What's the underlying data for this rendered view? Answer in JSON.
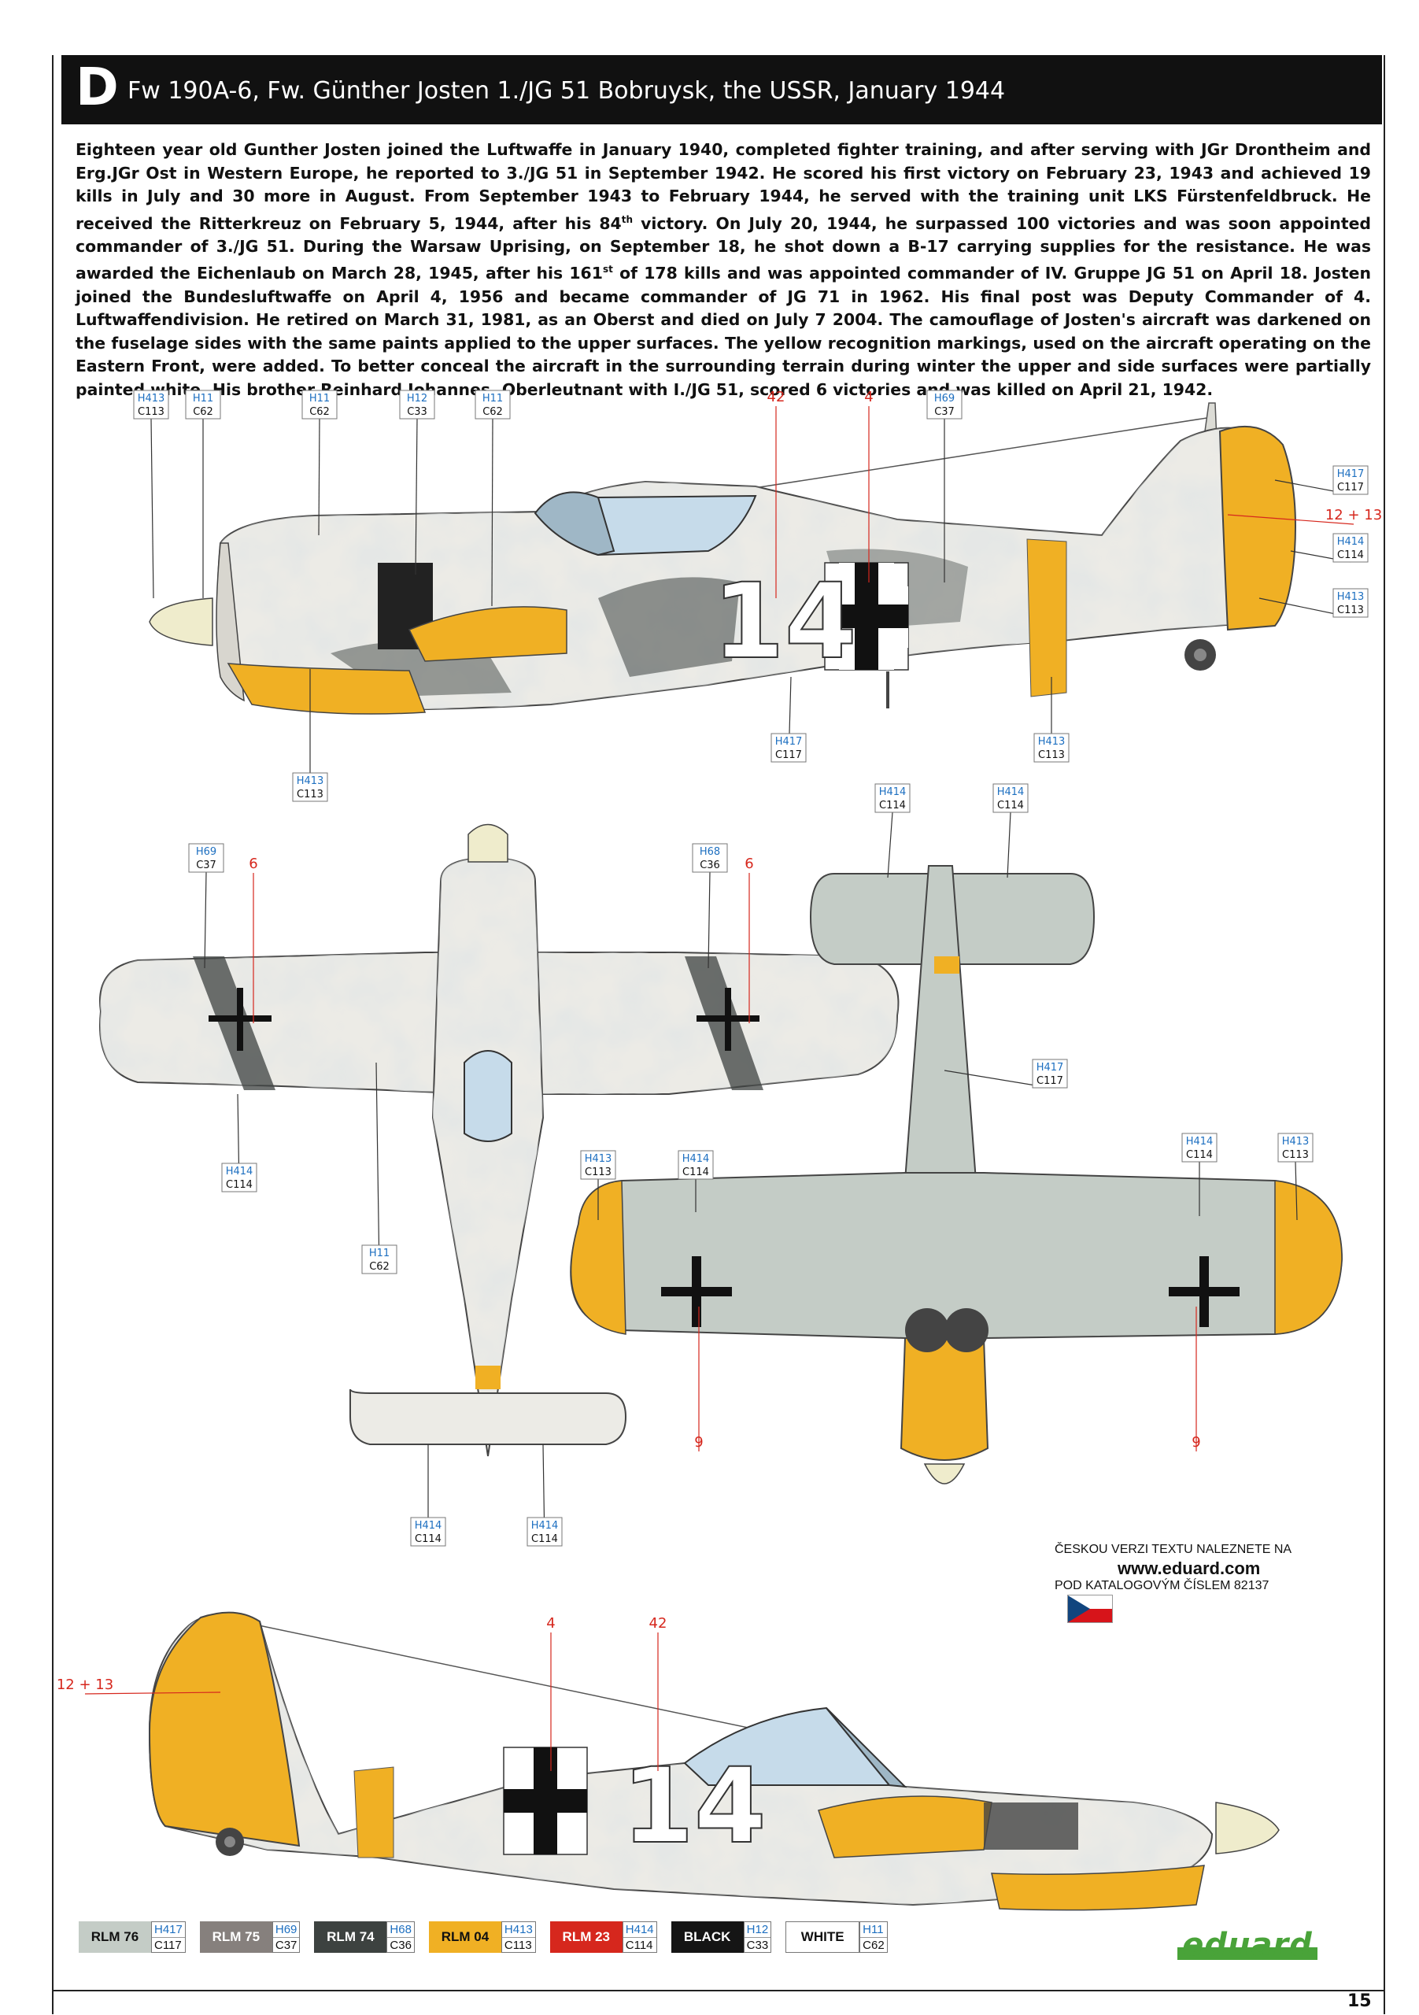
{
  "header": {
    "letter": "D",
    "title": "Fw 190A-6, Fw. Günther Josten 1./JG 51 Bobruysk, the USSR, January 1944"
  },
  "bio": [
    "Eighteen year old Gunther Josten joined the Luftwaffe in January 1940, completed fighter training, and after serving with JGr Drontheim and Erg.JGr Ost in Western Europe, he reported to 3./JG 51 in September 1942. He scored his first victory on February 23, 1943 and achieved 19 kills in July and 30 more in August. From September 1943 to February 1944, he served with the training unit LKS Fürstenfeldbruck. He received the Ritterkreuz on February 5, 1944, after his 84",
    "th",
    " victory. On July 20, 1944, he surpassed 100 victories and was soon appointed commander of 3./JG 51. During the Warsaw Uprising, on September 18, he shot down a B-17 carrying supplies for the resistance. He was awarded the Eichenlaub on March 28, 1945, after his 161",
    "st",
    " of 178 kills and was appointed commander of IV. Gruppe JG 51 on April 18. Josten joined the Bundesluftwaffe on April 4, 1956 and became commander of JG 71 in 1962. His final post was Deputy Commander of 4. Luftwaffendivision. He retired on March 31, 1981, as an Oberst and died on July 7  2004. The camouflage of Josten's aircraft was darkened on the fuselage sides with the same paints applied to the upper surfaces. The yellow recognition markings, used on the aircraft operating on the Eastern Front, were added. To better conceal the aircraft in the surrounding terrain during winter the upper and side surfaces were partially painted white. His brother Reinhard Johannes, Oberleutnant with I./JG 51, scored 6 victories and was killed on April 21, 1942."
  ],
  "aircraft": {
    "code": "14"
  },
  "callouts": {
    "side_top": [
      {
        "h": "H413",
        "c": "C113"
      },
      {
        "h": "H11",
        "c": "C62"
      },
      {
        "h": "H11",
        "c": "C62"
      },
      {
        "h": "H12",
        "c": "C33"
      },
      {
        "h": "H11",
        "c": "C62"
      },
      {
        "h": "H69",
        "c": "C37"
      },
      {
        "h": "H417",
        "c": "C117"
      },
      {
        "h": "H414",
        "c": "C114"
      },
      {
        "h": "H413",
        "c": "C113"
      },
      {
        "h": "H417",
        "c": "C117"
      },
      {
        "h": "H413",
        "c": "C113"
      },
      {
        "h": "H413",
        "c": "C113"
      }
    ],
    "side_top_numbers": [
      "42",
      "4",
      "12 + 13"
    ],
    "upper_view": [
      {
        "h": "H69",
        "c": "C37"
      },
      {
        "h": "H68",
        "c": "C36"
      },
      {
        "h": "H414",
        "c": "C114"
      },
      {
        "h": "H11",
        "c": "C62"
      },
      {
        "h": "H414",
        "c": "C114"
      },
      {
        "h": "H414",
        "c": "C114"
      }
    ],
    "upper_view_numbers": [
      "6",
      "6"
    ],
    "lower_view": [
      {
        "h": "H414",
        "c": "C114"
      },
      {
        "h": "H414",
        "c": "C114"
      },
      {
        "h": "H417",
        "c": "C117"
      },
      {
        "h": "H413",
        "c": "C113"
      },
      {
        "h": "H414",
        "c": "C114"
      },
      {
        "h": "H414",
        "c": "C114"
      },
      {
        "h": "H413",
        "c": "C113"
      }
    ],
    "lower_view_numbers": [
      "9",
      "9"
    ],
    "side_bottom_numbers": [
      "4",
      "42",
      "12 + 13"
    ]
  },
  "czech_note": {
    "line1": "ČESKOU VERZI TEXTU NALEZNETE NA",
    "line2": "www.eduard.com",
    "line3": "POD KATALOGOVÝM ČÍSLEM 82137"
  },
  "legend": [
    {
      "name": "RLM 76",
      "h": "H417",
      "c": "C117",
      "bg": "#c4ccc6",
      "fg": "#111111"
    },
    {
      "name": "RLM 75",
      "h": "H69",
      "c": "C37",
      "bg": "#86807d",
      "fg": "#ffffff"
    },
    {
      "name": "RLM 74",
      "h": "H68",
      "c": "C36",
      "bg": "#3d4240",
      "fg": "#ffffff"
    },
    {
      "name": "RLM 04",
      "h": "H413",
      "c": "C113",
      "bg": "#f0b024",
      "fg": "#111111"
    },
    {
      "name": "RLM 23",
      "h": "H414",
      "c": "C114",
      "bg": "#d6271d",
      "fg": "#ffffff"
    },
    {
      "name": "BLACK",
      "h": "H12",
      "c": "C33",
      "bg": "#151515",
      "fg": "#ffffff"
    },
    {
      "name": "WHITE",
      "h": "H11",
      "c": "C62",
      "bg": "#ffffff",
      "fg": "#111111"
    }
  ],
  "brand": "eduard",
  "page_number": "15",
  "colors": {
    "rlm76": "#c4ccc6",
    "rlm75": "#86807d",
    "rlm74": "#3d4240",
    "rlm04": "#f0b024",
    "rlm23": "#d6271d",
    "canopy": "#c6dbea",
    "white_wash": "#ecebe6",
    "callout_blue": "#1d6fc0",
    "callout_red": "#d6271d"
  }
}
